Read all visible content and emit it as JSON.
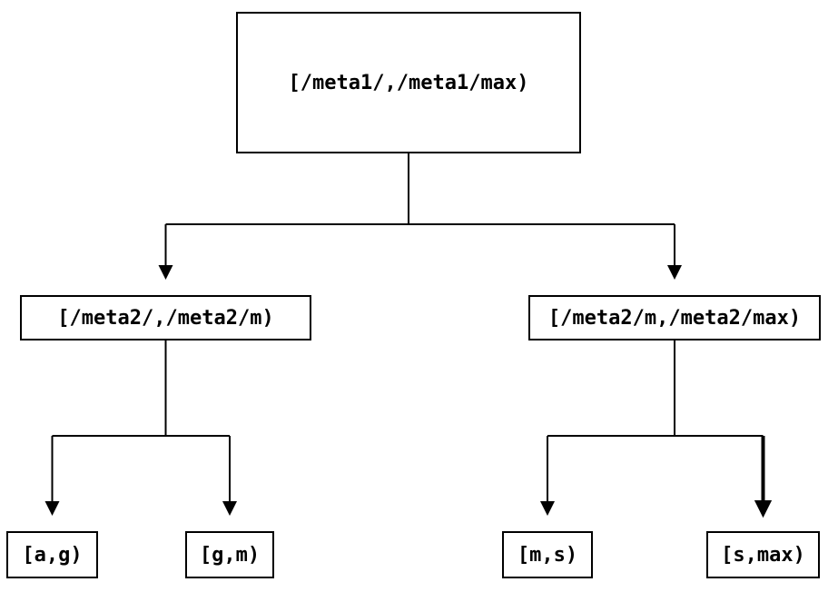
{
  "diagram": {
    "type": "tree",
    "background_color": "#ffffff",
    "line_color": "#000000",
    "text_color": "#000000",
    "tree": {
      "root": {
        "label": "[/meta1/,/meta1/max)",
        "children": [
          {
            "label": "[/meta2/,/meta2/m)",
            "children": [
              {
                "label": "[a,g)"
              },
              {
                "label": "[g,m)"
              }
            ]
          },
          {
            "label": "[/meta2/m,/meta2/max)",
            "children": [
              {
                "label": "[m,s)"
              },
              {
                "label": "[s,max)"
              }
            ]
          }
        ]
      }
    }
  }
}
